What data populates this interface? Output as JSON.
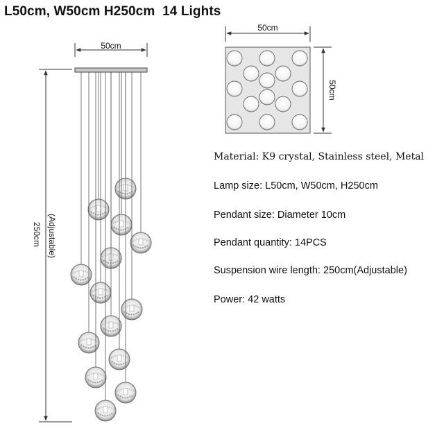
{
  "title": "L50cm, W50cm H250cm  14 Lights",
  "dimensions": {
    "side_width": "50cm",
    "side_height": "250cm",
    "side_height_note": "(Adjustable)",
    "top_width": "50cm",
    "top_depth": "50cm"
  },
  "specs": [
    {
      "label": "Material:",
      "value": "K9 crystal, Stainless steel, Metal"
    },
    {
      "label": "Lamp size:",
      "value": "L50cm, W50cm, H250cm"
    },
    {
      "label": "Pendant size:",
      "value": "Diameter 10cm"
    },
    {
      "label": "Pendant quantity:",
      "value": "14PCS"
    },
    {
      "label": "Suspension wire length:",
      "value": "250cm(Adjustable)"
    },
    {
      "label": "Power:",
      "value": "42 watts"
    }
  ],
  "colors": {
    "line": "#333333",
    "canopy": "#c8c8c8",
    "top_plate": "#e6e6e6",
    "crystal": "#9a9a9a"
  }
}
